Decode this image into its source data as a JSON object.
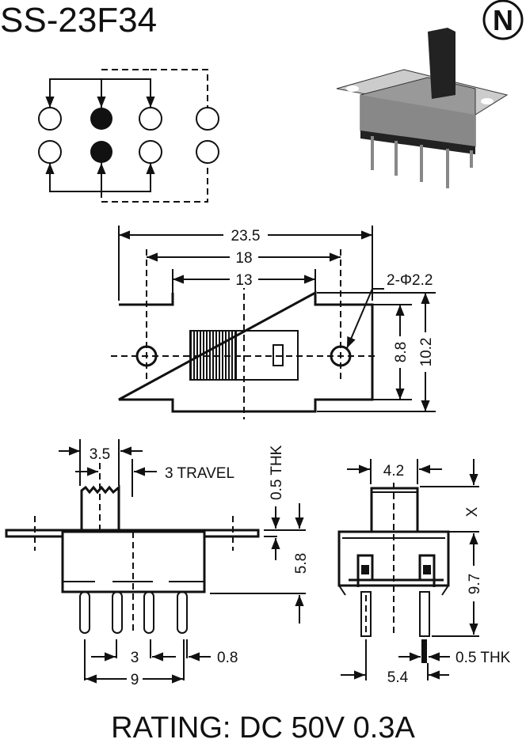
{
  "title": "SS-23F34",
  "logo_letter": "N",
  "rating": "RATING: DC 50V 0.3A",
  "top_view": {
    "overall_width": "23.5",
    "hole_spacing": "18",
    "body_width": "13",
    "holes": "2-Φ2.2",
    "body_height": "8.8",
    "plate_height": "10.2"
  },
  "side_view": {
    "actuator_width": "3.5",
    "travel": "3 TRAVEL",
    "plate_thickness": "0.5 THK",
    "body_height": "5.8",
    "pin_pitch": "3",
    "pin_width": "0.8",
    "pin_span": "9"
  },
  "end_view": {
    "actuator_width": "4.2",
    "actuator_height": "X",
    "height": "9.7",
    "pin_thickness": "0.5 THK",
    "pin_spacing": "5.4"
  },
  "colors": {
    "ink": "#111111",
    "background": "#ffffff"
  }
}
